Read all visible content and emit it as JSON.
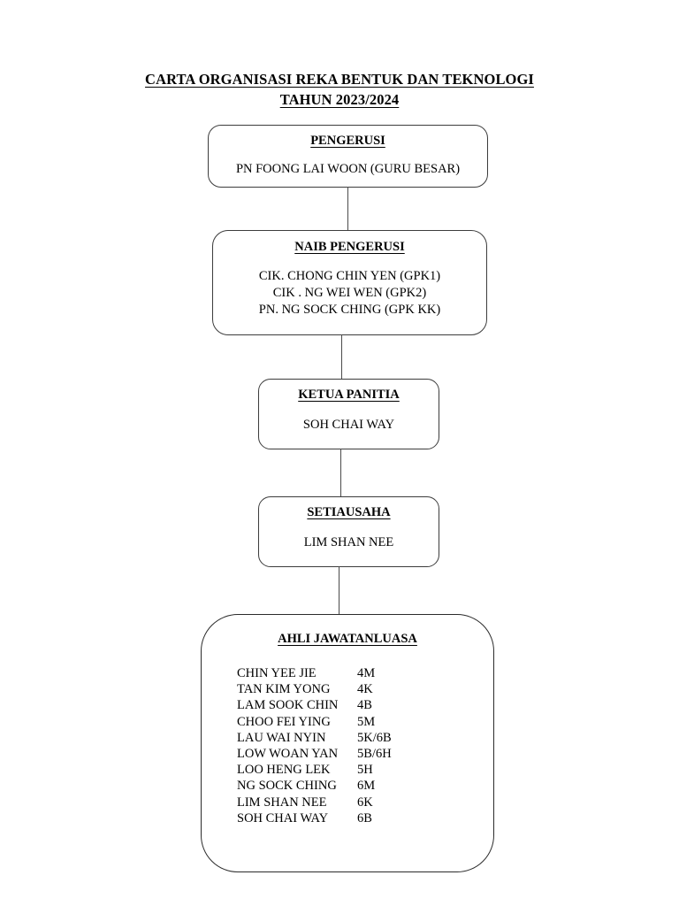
{
  "title": {
    "line1": "CARTA ORGANISASI REKA BENTUK DAN TEKNOLOGI",
    "line2": "TAHUN 2023/2024"
  },
  "nodes": {
    "pengerusi": {
      "heading": "PENGERUSI",
      "body": "PN FOONG LAI WOON (GURU BESAR)"
    },
    "naib_pengerusi": {
      "heading": "NAIB PENGERUSI",
      "line1": "CIK. CHONG CHIN YEN (GPK1)",
      "line2": "CIK . NG WEI WEN (GPK2)",
      "line3": "PN. NG SOCK CHING (GPK KK)"
    },
    "ketua_panitia": {
      "heading": "KETUA PANITIA",
      "body": "SOH CHAI WAY"
    },
    "setiausaha": {
      "heading": "SETIAUSAHA",
      "body": "LIM SHAN NEE"
    },
    "ahli_jawatankuasa": {
      "heading": "AHLI JAWATANLUASA",
      "members": [
        {
          "name": "CHIN YEE JIE",
          "class": "4M"
        },
        {
          "name": "TAN KIM YONG",
          "class": "4K"
        },
        {
          "name": "LAM SOOK CHIN",
          "class": "4B"
        },
        {
          "name": "CHOO FEI YING",
          "class": "5M"
        },
        {
          "name": "LAU WAI NYIN",
          "class": "5K/6B"
        },
        {
          "name": "LOW WOAN YAN",
          "class": "5B/6H"
        },
        {
          "name": "LOO HENG LEK",
          "class": "5H"
        },
        {
          "name": "NG SOCK CHING",
          "class": "6M"
        },
        {
          "name": "LIM SHAN NEE",
          "class": "6K"
        },
        {
          "name": "SOH CHAI WAY",
          "class": "6B"
        }
      ]
    }
  },
  "colors": {
    "text": "#000000",
    "box_border": "#3c3c3c",
    "connector": "#4a4a4a",
    "background": "#ffffff"
  }
}
